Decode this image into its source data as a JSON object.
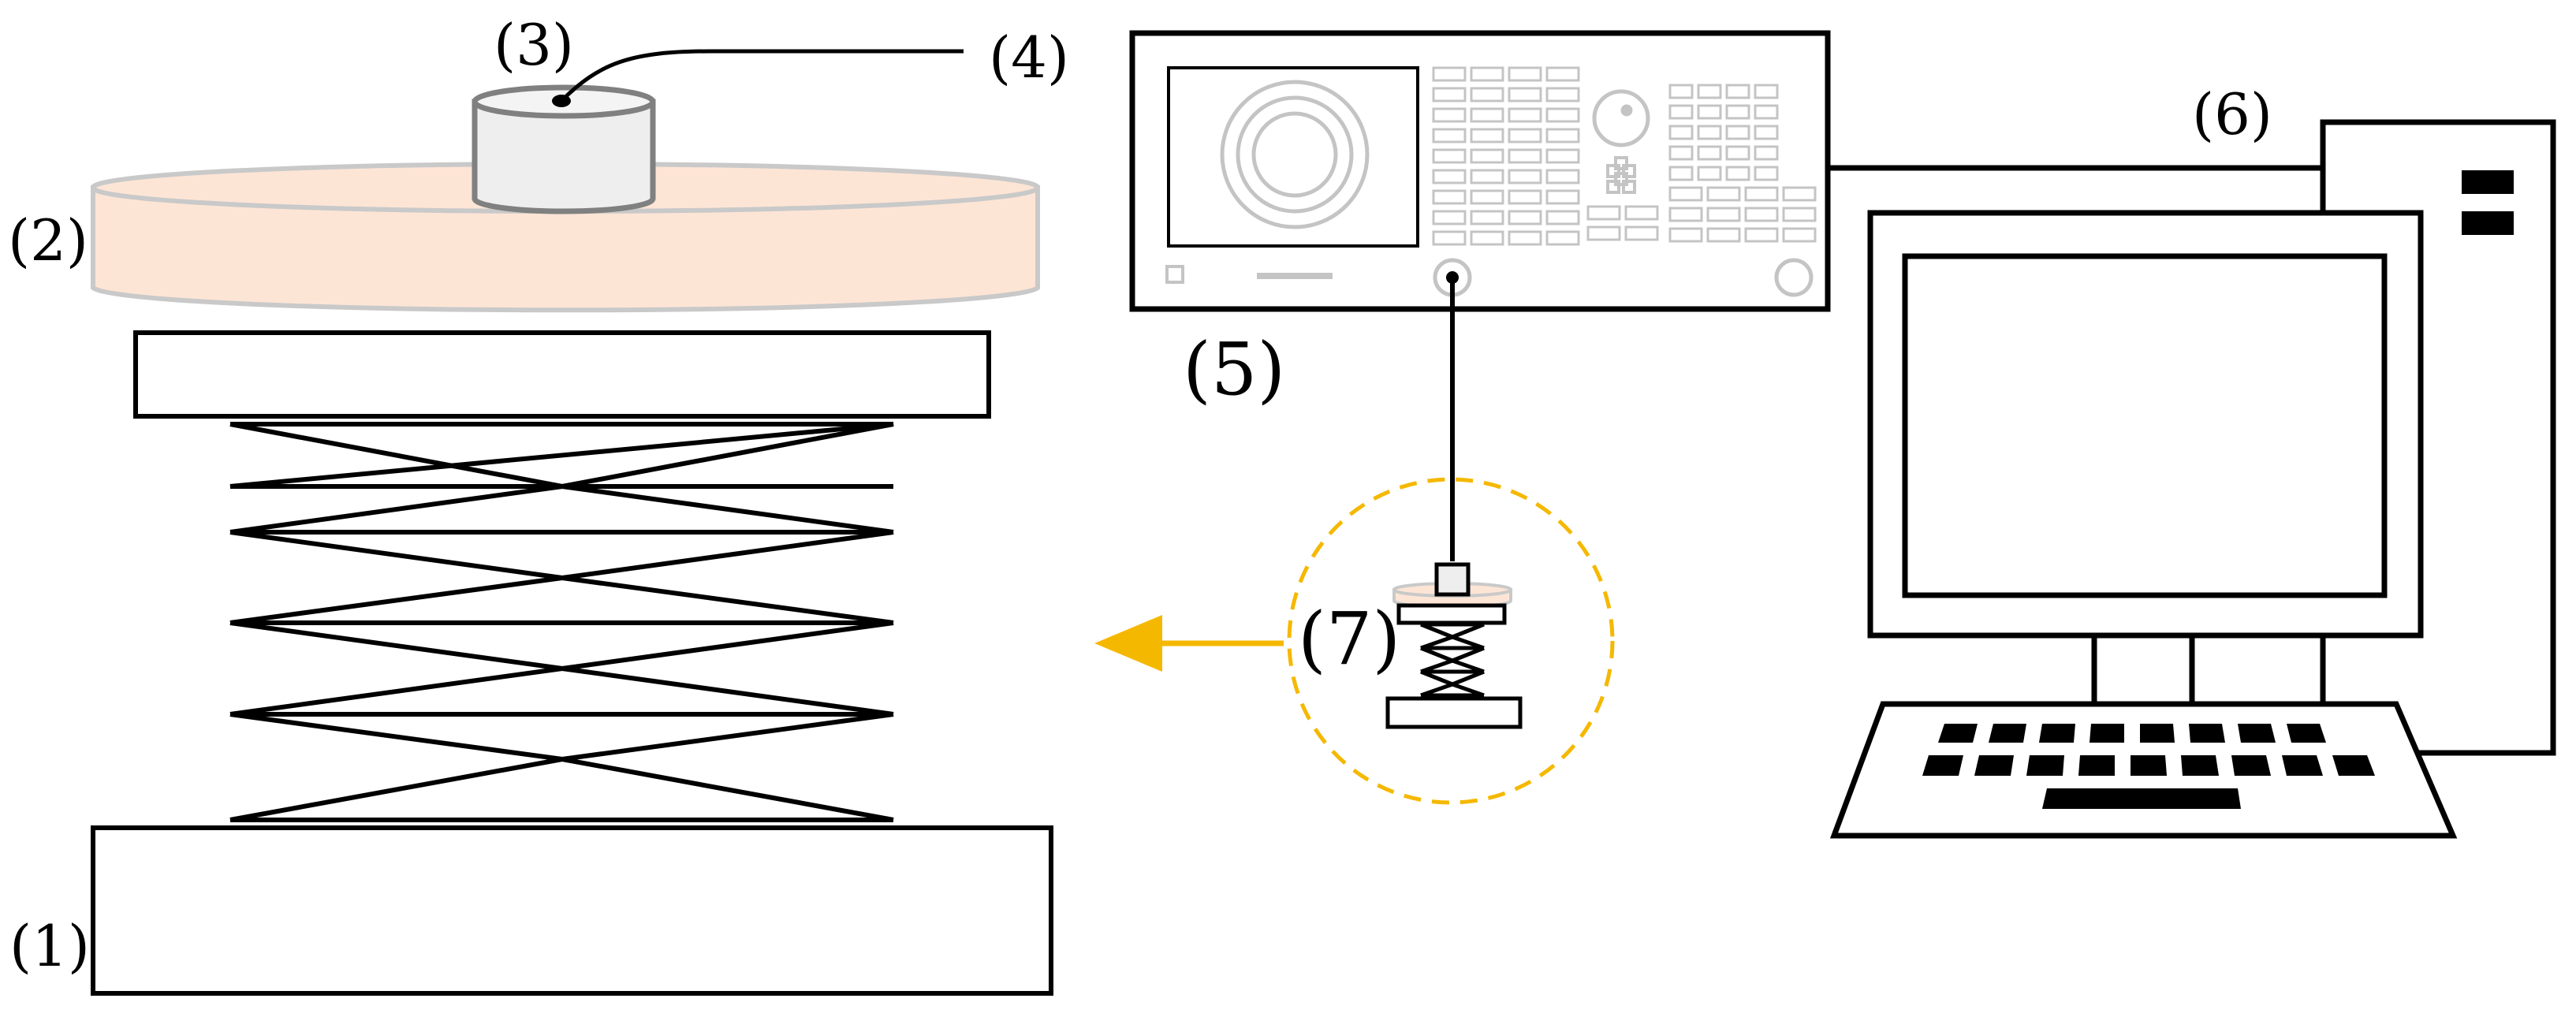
{
  "labels": {
    "l1": "(1)",
    "l2": "(2)",
    "l3": "(3)",
    "l4": "(4)",
    "l5": "(5)",
    "l6": "(6)",
    "l7": "(7)"
  },
  "colors": {
    "line": "#000000",
    "sample_fill": "#fde5d6",
    "sample_stroke": "#c9c9c9",
    "sensor_fill": "#eeeeee",
    "sensor_stroke": "#808080",
    "instrument_stroke": "#c4c4c4",
    "highlight": "#f5b800"
  }
}
